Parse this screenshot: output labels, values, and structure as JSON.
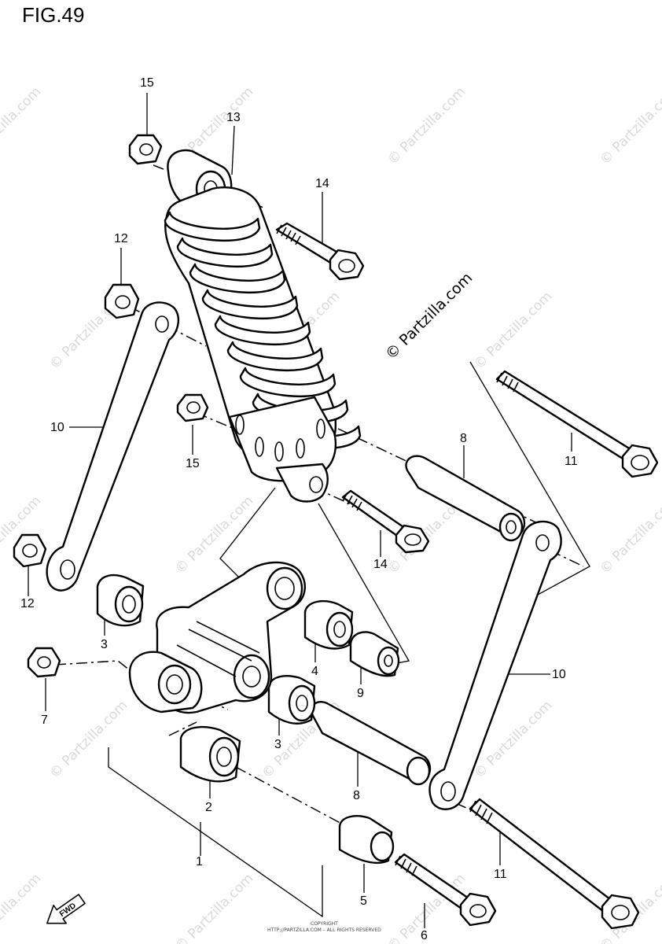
{
  "figure": {
    "title": "FIG.49"
  },
  "watermark": {
    "main": "© Partzilla.com",
    "tile": "© Partzilla.com"
  },
  "callouts": [
    {
      "id": "c15a",
      "text": "15"
    },
    {
      "id": "c13",
      "text": "13"
    },
    {
      "id": "c14a",
      "text": "14"
    },
    {
      "id": "c12a",
      "text": "12"
    },
    {
      "id": "c10a",
      "text": "10"
    },
    {
      "id": "c15b",
      "text": "15"
    },
    {
      "id": "c8a",
      "text": "8"
    },
    {
      "id": "c11a",
      "text": "11"
    },
    {
      "id": "c14b",
      "text": "14"
    },
    {
      "id": "c12b",
      "text": "12"
    },
    {
      "id": "c3a",
      "text": "3"
    },
    {
      "id": "c4",
      "text": "4"
    },
    {
      "id": "c9",
      "text": "9"
    },
    {
      "id": "c10b",
      "text": "10"
    },
    {
      "id": "c7",
      "text": "7"
    },
    {
      "id": "c3b",
      "text": "3"
    },
    {
      "id": "c8b",
      "text": "8"
    },
    {
      "id": "c2",
      "text": "2"
    },
    {
      "id": "c11b",
      "text": "11"
    },
    {
      "id": "c1",
      "text": "1"
    },
    {
      "id": "c5",
      "text": "5"
    },
    {
      "id": "c6",
      "text": "6"
    }
  ],
  "badge": {
    "text": "FWD"
  },
  "copyright": {
    "line1": "COPYRIGHT",
    "line2": "HTTP://PARTZILLA.COM – ALL RIGHTS RESERVED"
  }
}
